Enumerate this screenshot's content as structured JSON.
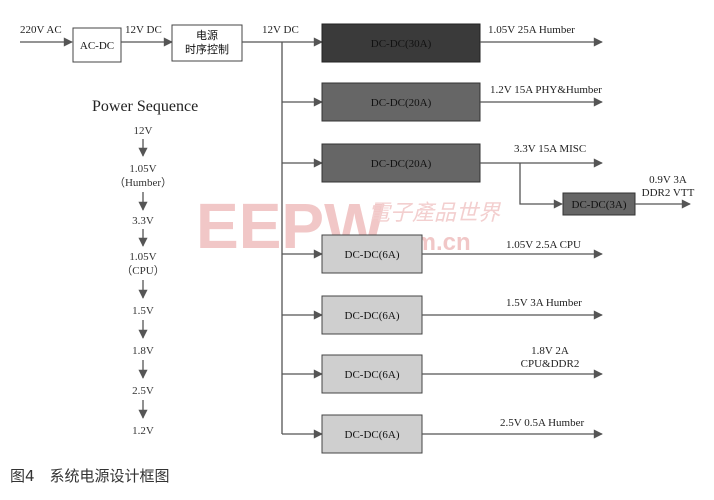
{
  "input": {
    "label": "220V AC"
  },
  "acdc": {
    "label": "AC-DC",
    "out_label": "12V DC"
  },
  "sequencer": {
    "line1": "电源",
    "line2": "时序控制",
    "out_label": "12V DC"
  },
  "converters": [
    {
      "label": "DC-DC(30A)",
      "output": "1.05V 25A Humber",
      "fill": "#3a3a3a"
    },
    {
      "label": "DC-DC(20A)",
      "output": "1.2V 15A PHY&Humber",
      "fill": "#666666"
    },
    {
      "label": "DC-DC(20A)",
      "output": "3.3V 15A MISC",
      "fill": "#666666"
    },
    {
      "label": "DC-DC(6A)",
      "output": "1.05V 2.5A CPU",
      "fill": "#cfcfcf"
    },
    {
      "label": "DC-DC(6A)",
      "output": "1.5V 3A Humber",
      "fill": "#cfcfcf"
    },
    {
      "label": "DC-DC(6A)",
      "output_line1": "1.8V 2A",
      "output_line2": "CPU&DDR2",
      "fill": "#cfcfcf"
    },
    {
      "label": "DC-DC(6A)",
      "output": "2.5V 0.5A Humber",
      "fill": "#cfcfcf"
    }
  ],
  "sub_converter": {
    "label": "DC-DC(3A)",
    "output_line1": "0.9V 3A",
    "output_line2": "DDR2 VTT",
    "fill": "#666666"
  },
  "power_sequence": {
    "title": "Power Sequence",
    "steps": [
      "12V",
      "1.05V",
      "（Humber）",
      "3.3V",
      "1.05V",
      "（CPU）",
      "1.5V",
      "1.8V",
      "2.5V",
      "1.2V"
    ]
  },
  "watermark": {
    "brand": "EEPW",
    "domain": ".com.cn",
    "cjk": "電子產品世界"
  },
  "caption": "图4　系统电源设计框图",
  "colors": {
    "line": "#555555",
    "watermark": "#f1c7c7"
  }
}
